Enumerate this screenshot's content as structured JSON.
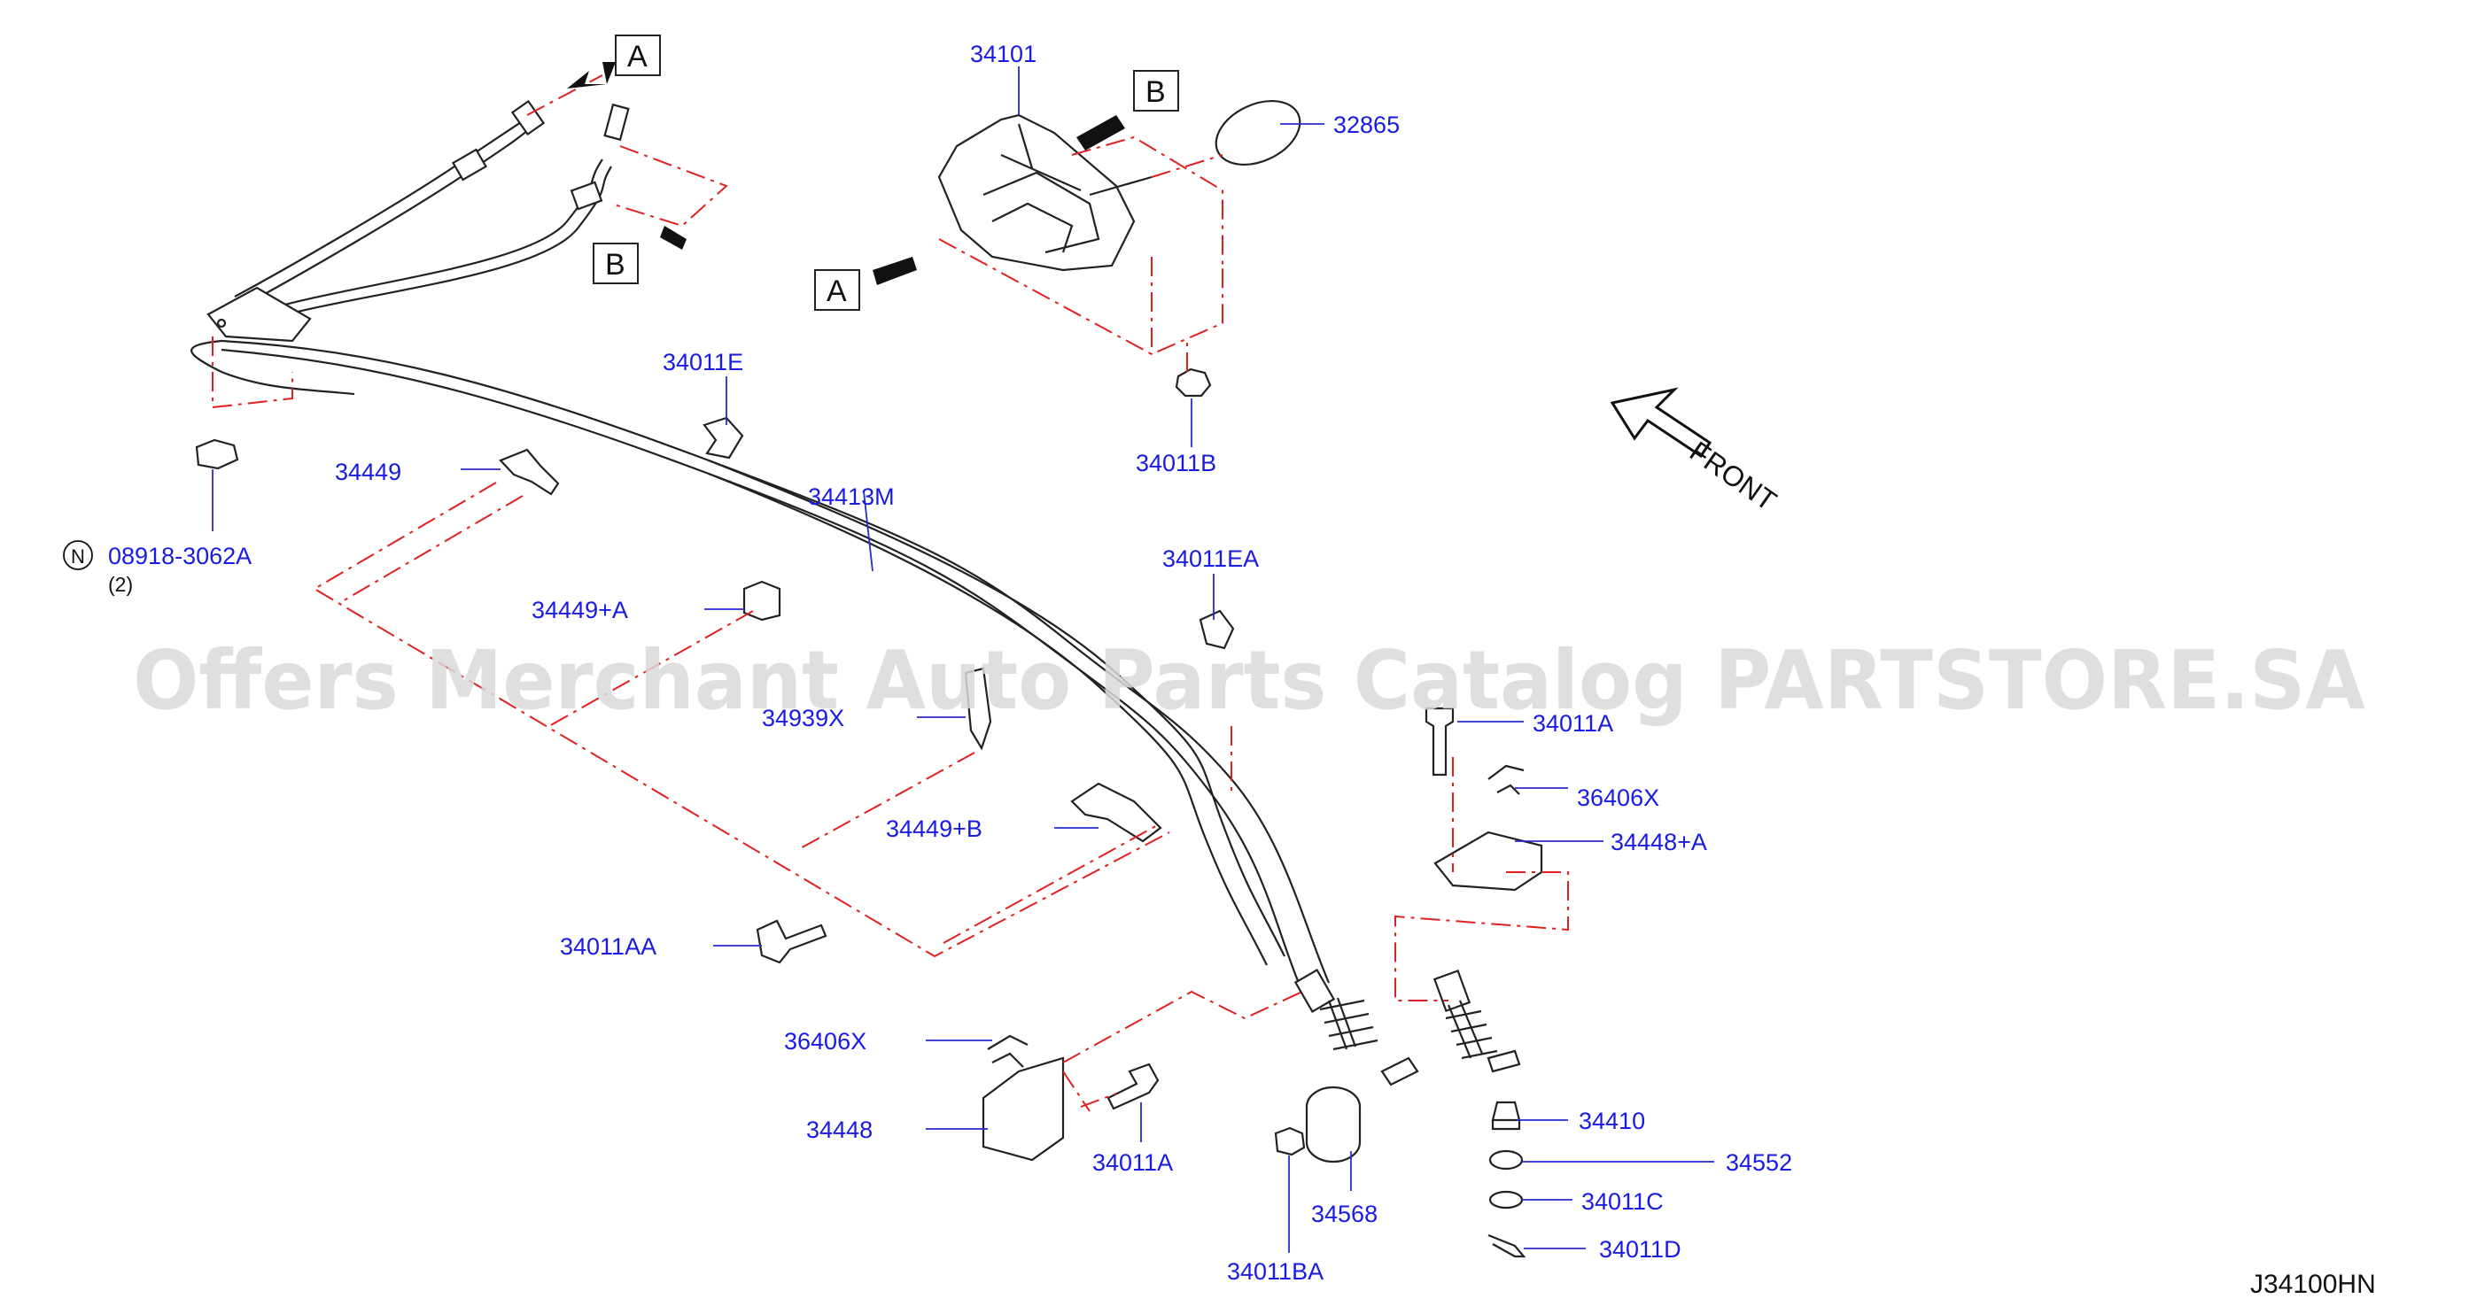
{
  "watermark": "Offers Merchant Auto Parts Catalog PARTSTORE.SA",
  "diagram_code": "J34100HN",
  "front_label": "FRONT",
  "view_markers": [
    "A",
    "B",
    "B",
    "A"
  ],
  "note_symbol": "N",
  "labels": {
    "p34101": "34101",
    "p32865": "32865",
    "p34011B": "34011B",
    "p34011E": "34011E",
    "p34449": "34449",
    "p08918": "08918-3062A",
    "p08918_qty": "(2)",
    "p34413M": "34413M",
    "p34011EA": "34011EA",
    "p34449A": "34449+A",
    "p34939X": "34939X",
    "p34011Atop": "34011A",
    "p36406Xtop": "36406X",
    "p34448A": "34448+A",
    "p34449B": "34449+B",
    "p34011AA": "34011AA",
    "p36406Xbot": "36406X",
    "p34448": "34448",
    "p34011Abot": "34011A",
    "p34410": "34410",
    "p34552": "34552",
    "p34568": "34568",
    "p34011C": "34011C",
    "p34011D": "34011D",
    "p34011BA": "34011BA"
  }
}
